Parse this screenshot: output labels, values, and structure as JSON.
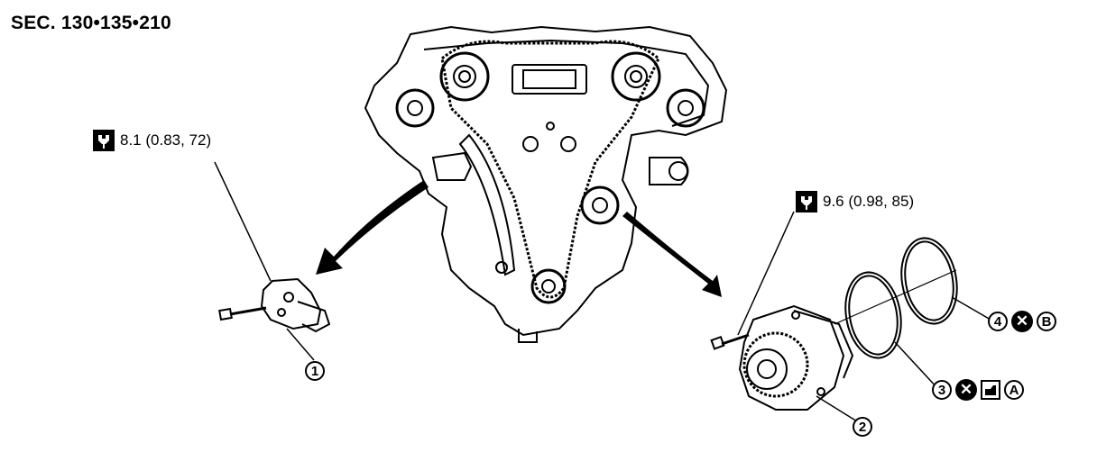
{
  "section_label": "SEC. 130•135•210",
  "torque_specs": {
    "tensioner_bolt": "8.1 (0.83, 72)",
    "water_pump_bolt": "9.6 (0.98, 85)"
  },
  "callouts": {
    "part1": "1",
    "part2": "2",
    "part3": "3",
    "part4": "4",
    "ref_a": "A",
    "ref_b": "B"
  },
  "icons": {
    "torque": "torque-wrench-icon",
    "do_not_reuse": "x-circle-icon",
    "apply_liquid": "oil-can-icon"
  }
}
